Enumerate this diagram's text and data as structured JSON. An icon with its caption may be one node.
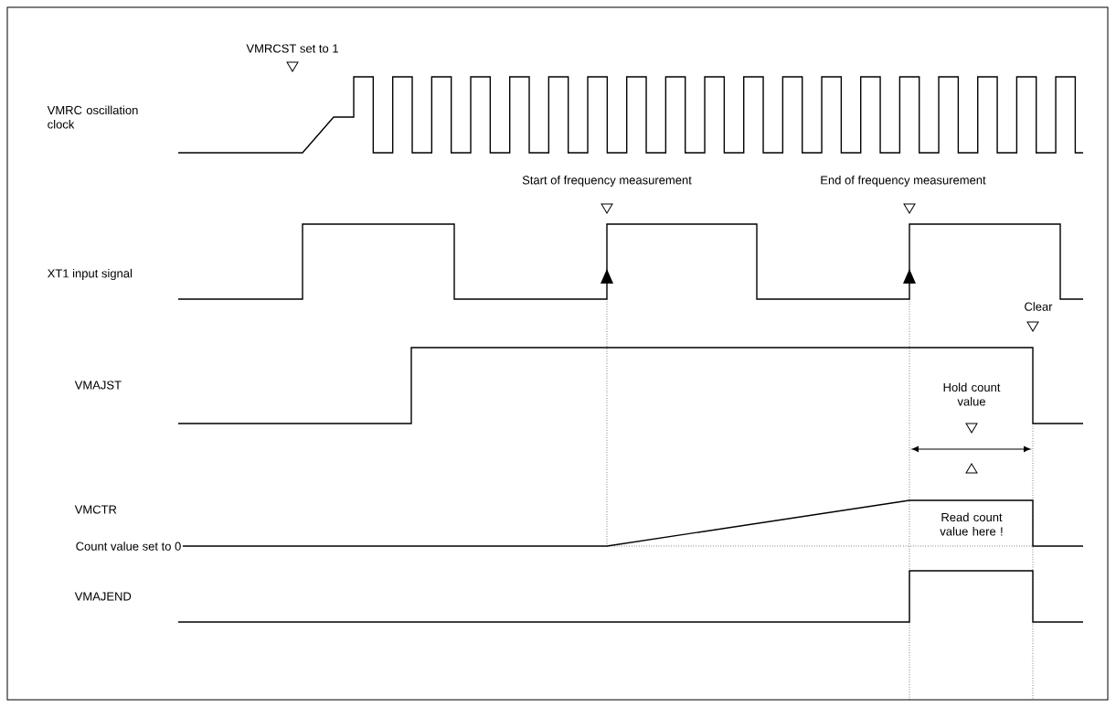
{
  "diagram": {
    "labels": [
      "VMRCST set to 1",
      "VMRC oscillation clock",
      "Start of frequency measurement",
      "End of frequency measurement",
      "XT1 input signal",
      "Clear",
      "VMAJST",
      "Hold count value",
      "VMCTR",
      "Read count value here !",
      "Count value set to 0",
      "VMAJEND"
    ]
  }
}
